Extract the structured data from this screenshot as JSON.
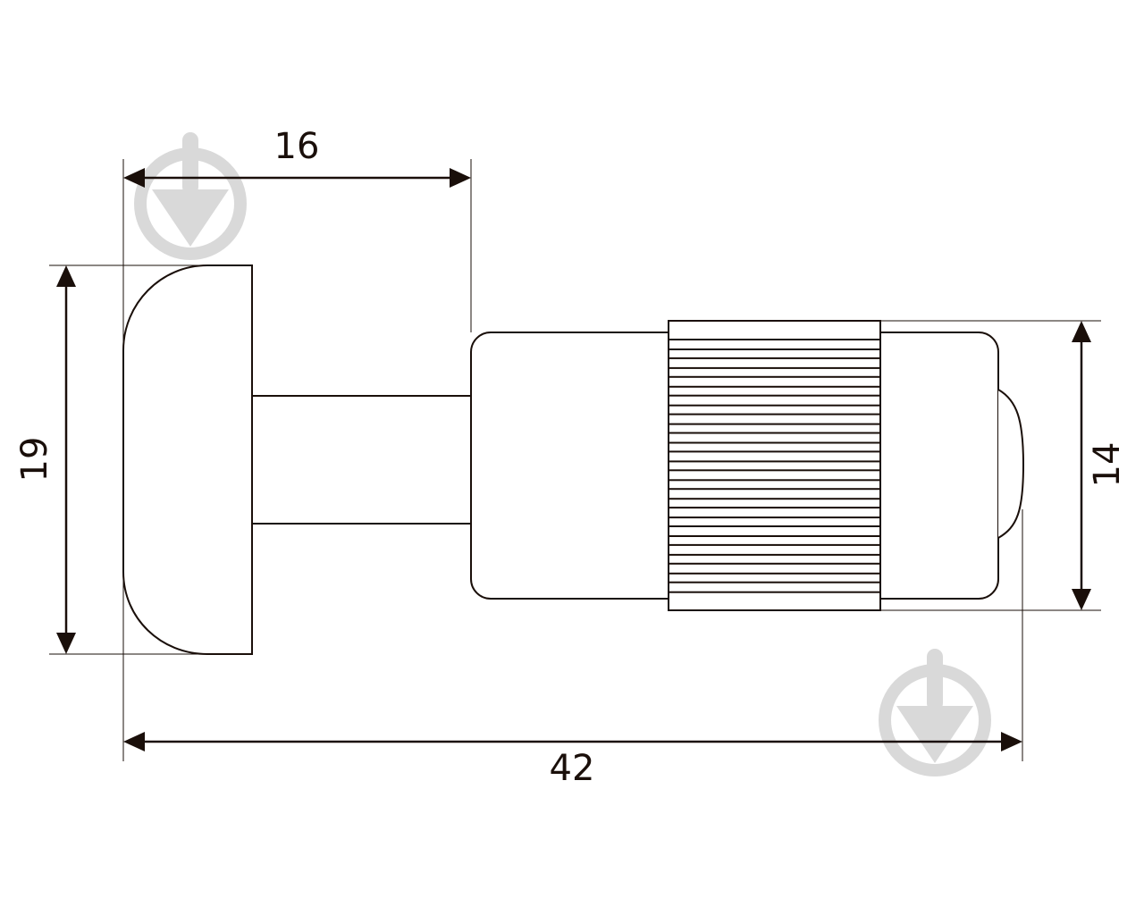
{
  "dimensions": {
    "shaft_length": "16",
    "knob_height": "19",
    "grip_diameter": "14",
    "total_length": "42"
  },
  "colors": {
    "line": "#1a0f0a",
    "watermark": "#d9d9d9",
    "background": "#ffffff"
  },
  "icons": [
    "watermark-logo-icon"
  ]
}
